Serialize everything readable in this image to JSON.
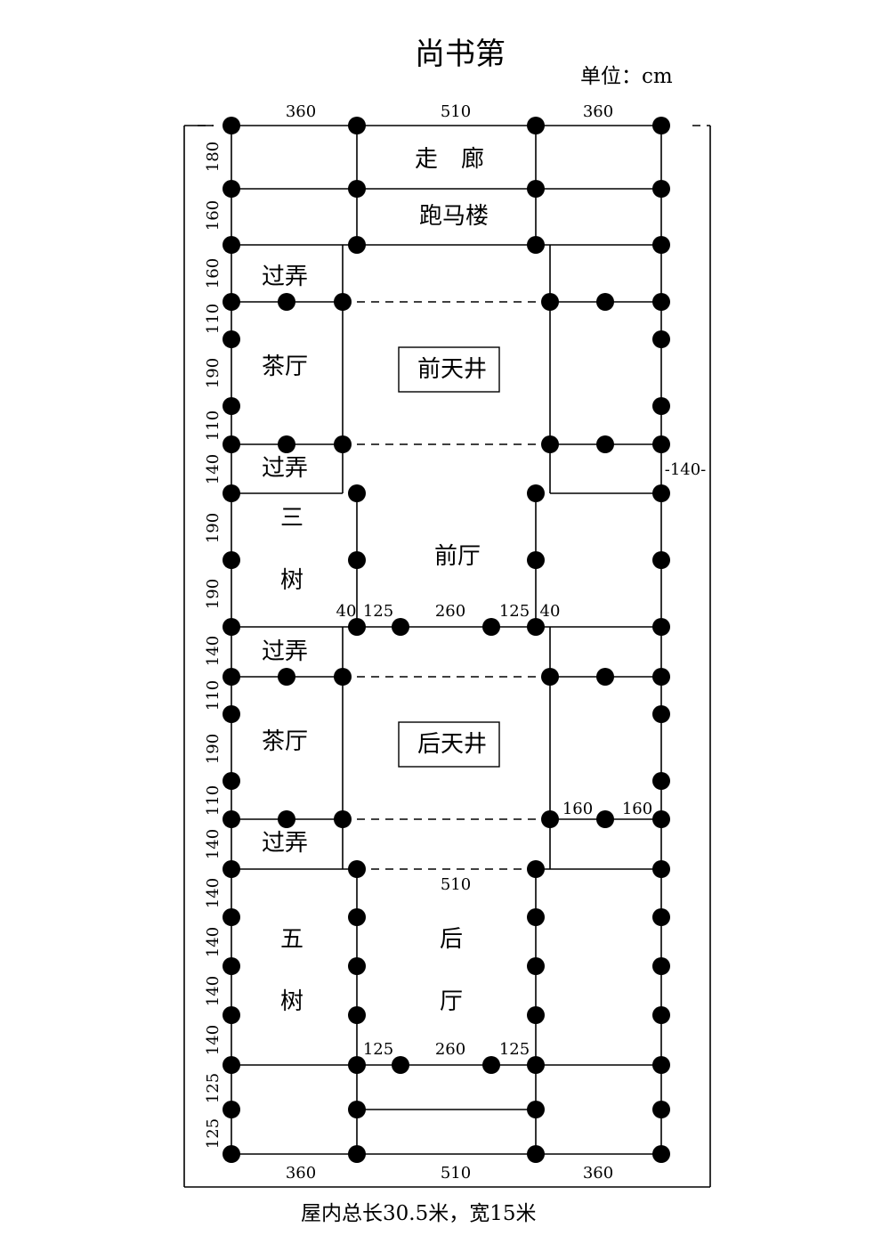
{
  "title": "尚书第",
  "unit": "单位：cm",
  "caption": "屋内总长30.5米，宽15米",
  "rooms": {
    "corridor": "走　廊",
    "paomalou": "跑马楼",
    "alley": "过弄",
    "tea_hall": "茶厅",
    "front_courtyard": "前天井",
    "back_courtyard": "后天井",
    "front_hall": "前厅",
    "back_hall_1": "后",
    "back_hall_2": "厅",
    "three_1": "三",
    "three_2": "树",
    "five_1": "五",
    "five_2": "树"
  },
  "dims": {
    "top": [
      "360",
      "510",
      "360"
    ],
    "bottom": [
      "360",
      "510",
      "360"
    ],
    "left": [
      "180",
      "160",
      "160",
      "110",
      "190",
      "110",
      "140",
      "190",
      "190",
      "140",
      "110",
      "190",
      "110",
      "140",
      "140",
      "140",
      "140",
      "140",
      "125",
      "125"
    ],
    "right_gap": "-140-",
    "mid_row": [
      "40",
      "125",
      "260",
      "125",
      "40"
    ],
    "back_row": [
      "125",
      "260",
      "125"
    ],
    "back_width": "510",
    "back_right": [
      "160",
      "160"
    ]
  }
}
